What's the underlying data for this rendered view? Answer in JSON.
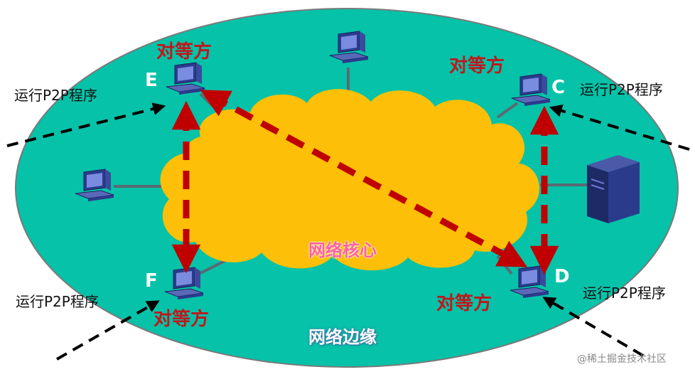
{
  "labels": {
    "peer": "对等方",
    "run_p2p": "运行P2P程序",
    "network_core": "网络核心",
    "network_edge": "网络边缘",
    "watermark": "@稀土掘金技术社区"
  },
  "nodes": {
    "E": "E",
    "C": "C",
    "D": "D",
    "F": "F"
  },
  "colors": {
    "edge_fill": "#05c2a8",
    "core_fill": "#fdbf07",
    "arrow": "#c00000",
    "peer_text": "#c0171c"
  },
  "icons": [
    "desktop-computer-icon",
    "server-tower-icon"
  ]
}
